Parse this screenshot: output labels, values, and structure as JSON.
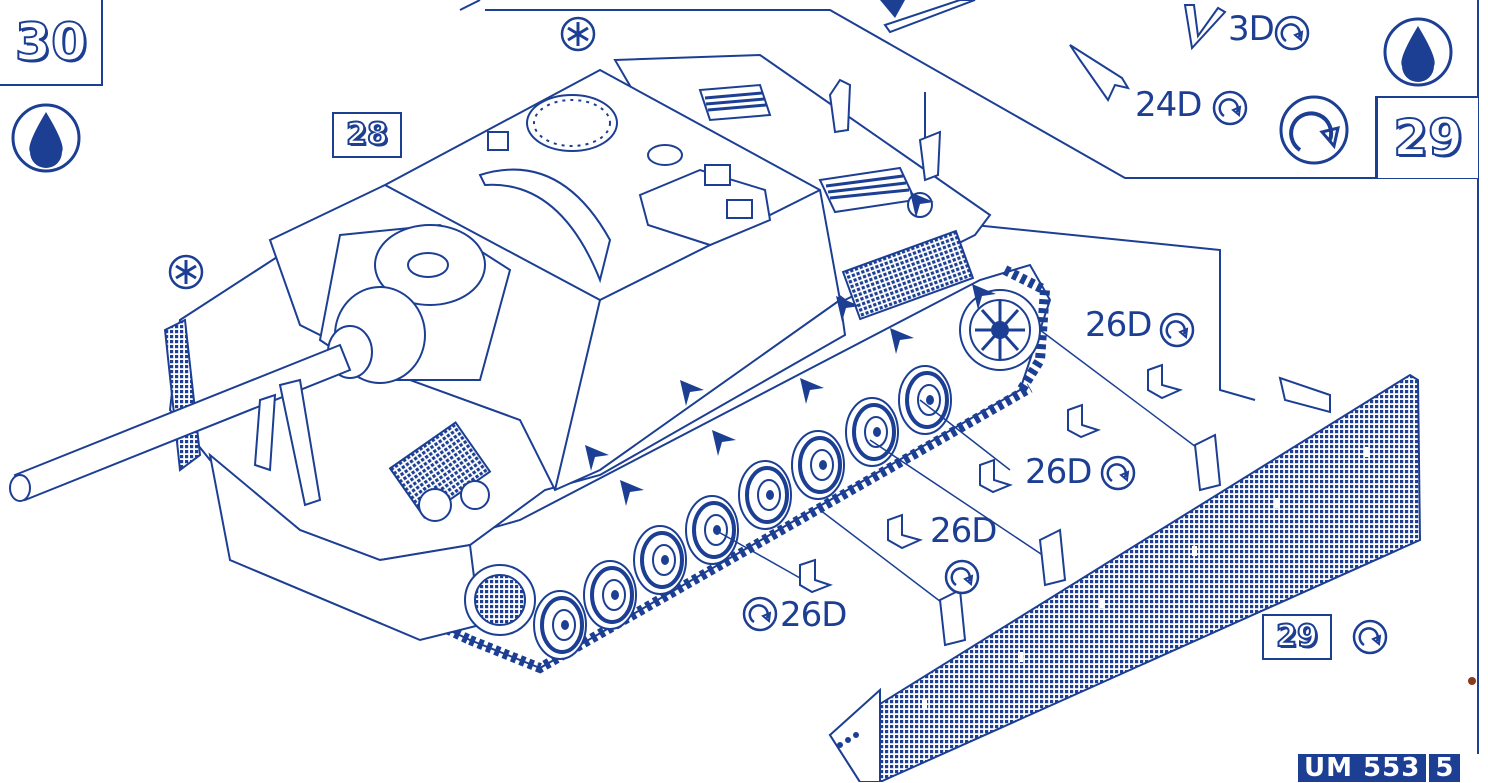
{
  "steps": {
    "main_step": "30",
    "inset_step": "29",
    "ref_step_a": "28",
    "ref_step_b": "29"
  },
  "part_labels": {
    "top_3d": "3D",
    "top_24d": "24D",
    "side_26d_a": "26D",
    "side_26d_b": "26D",
    "side_26d_c": "26D",
    "side_26d_d": "26D"
  },
  "footer": {
    "kit_code": "UM 553",
    "page_number": "5"
  },
  "symbols": {
    "glue": "glue-drop-icon",
    "repeat": "repeat-arrow-icon",
    "optional": "asterisk-icon",
    "attach": "attach-arrow-icon"
  },
  "colors": {
    "ink": "#1c3f94",
    "paper": "#ffffff"
  }
}
